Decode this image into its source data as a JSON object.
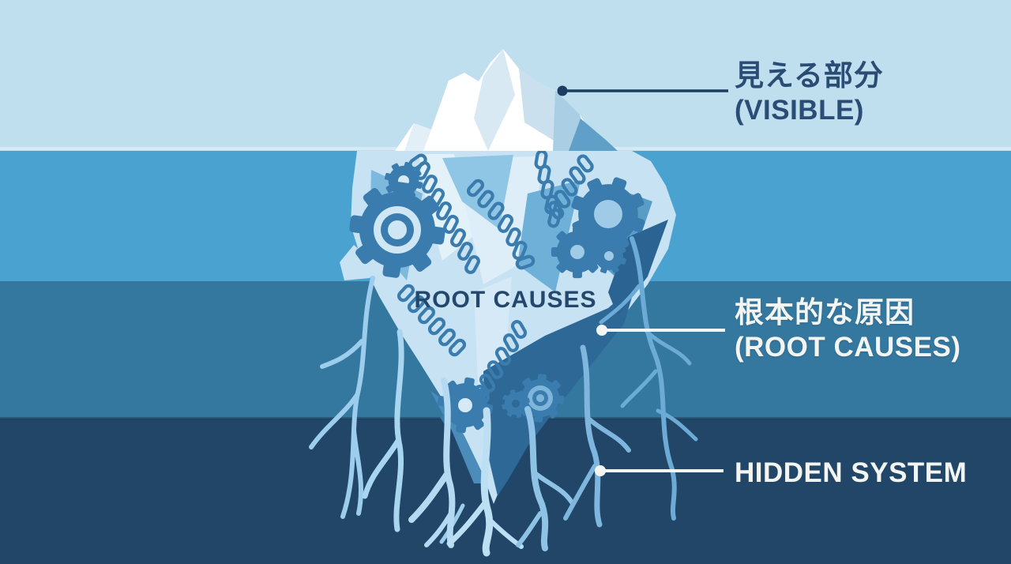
{
  "diagram": {
    "type": "iceberg-model",
    "caption": {
      "root_causes": "ROOT CAUSES"
    },
    "annotations": {
      "visible": {
        "ja": "見える部分",
        "en": "(VISIBLE)"
      },
      "root_causes": {
        "ja": "根本的な原因",
        "en": "(ROOT CAUSES)"
      },
      "hidden_system": {
        "en": "HIDDEN SYSTEM"
      }
    },
    "layers": [
      {
        "name": "sky",
        "color": "#bfdfee"
      },
      {
        "name": "water-upper",
        "color": "#4aa2d0"
      },
      {
        "name": "water-mid",
        "color": "#35789f"
      },
      {
        "name": "water-deep",
        "color": "#214668"
      }
    ],
    "colors": {
      "label_navy": "#2b4c74",
      "label_white": "#f3f5f2",
      "connector_navy": "#1c3d63",
      "iceberg_white": "#ffffff",
      "iceberg_pale": "#c7e2f3",
      "mechanism_blue": "#3a7cae",
      "roots_light_blue": "#a6d2ee",
      "dark_ice": "#2d6897"
    },
    "icons": [
      "gear-icon",
      "chain-icon",
      "roots-icon"
    ]
  }
}
